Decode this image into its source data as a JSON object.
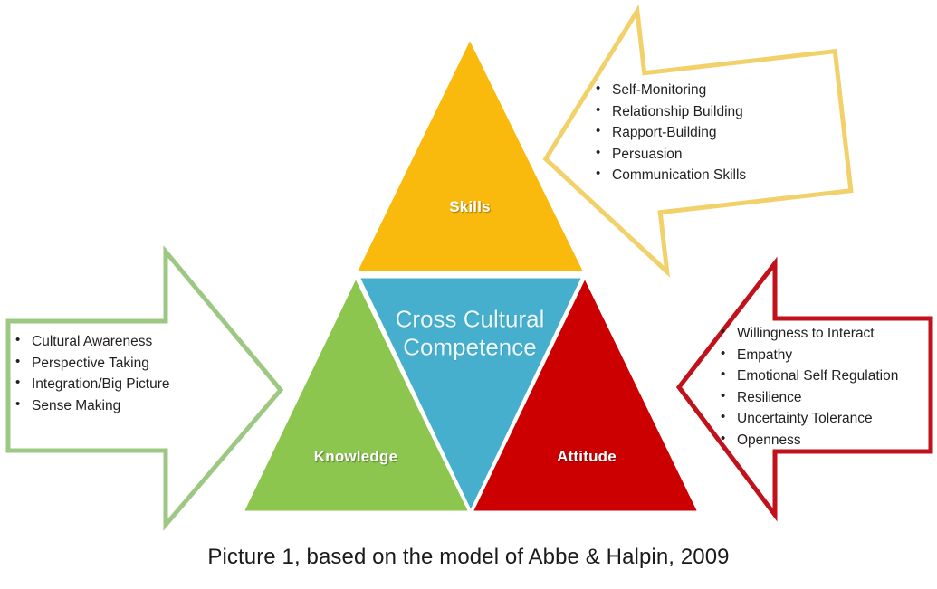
{
  "figure": {
    "caption": "Picture 1, based on the model of Abbe & Halpin, 2009",
    "core_label": "Cross Cultural Competence"
  },
  "colors": {
    "skills_yellow": "#F9B90D",
    "knowledge_green": "#8CC64F",
    "attitude_red": "#CC0000",
    "core_blue": "#45AFCD",
    "arrow_yellow_outline": "#F2D16B",
    "arrow_green_outline": "#9DC883",
    "arrow_red_outline": "#C1121C",
    "label_text": "#FFFFFF",
    "body_text": "#231F20",
    "background": "#FFFFFF"
  },
  "pyramid": {
    "segments": [
      {
        "id": "skills",
        "label": "Skills",
        "color": "#F9B90D"
      },
      {
        "id": "knowledge",
        "label": "Knowledge",
        "color": "#8CC64F"
      },
      {
        "id": "attitude",
        "label": "Attitude",
        "color": "#CC0000"
      },
      {
        "id": "core",
        "label": "Cross Cultural Competence",
        "color": "#45AFCD"
      }
    ]
  },
  "callouts": {
    "skills": {
      "title": "Skills",
      "direction": "left",
      "color": "#F2D16B",
      "items": [
        "Self-Monitoring",
        "Relationship Building",
        "Rapport-Building",
        "Persuasion",
        "Communication Skills"
      ]
    },
    "knowledge": {
      "title": "Knowledge",
      "direction": "right",
      "color": "#9DC883",
      "items": [
        "Cultural Awareness",
        "Perspective Taking",
        "Integration/Big Picture",
        "Sense Making"
      ]
    },
    "attitude": {
      "title": "Attitude",
      "direction": "left",
      "color": "#C1121C",
      "items": [
        "Willingness to Interact",
        "Empathy",
        "Emotional Self Regulation",
        "Resilience",
        "Uncertainty Tolerance",
        "Openness"
      ]
    }
  }
}
